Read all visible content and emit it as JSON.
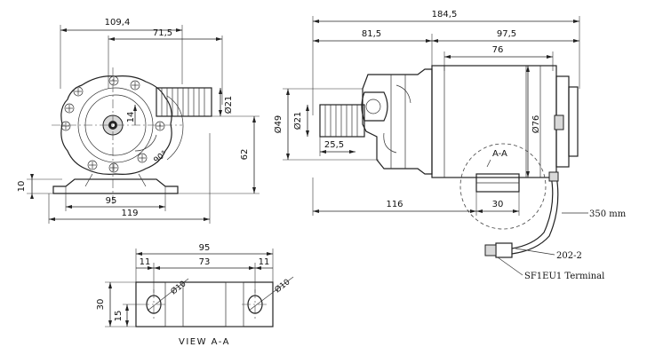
{
  "dimensions": {
    "front_width": "109,4",
    "front_offset": "71,5",
    "pipe_dia_front": "Ø21",
    "hub_14": "14",
    "angle_90": "90°",
    "height_62": "62",
    "base_thickness_10": "10",
    "foot_width_95": "95",
    "base_width_119": "119",
    "total_length": "184,5",
    "inlet_length": "81,5",
    "motor_length": "97,5",
    "motor_body": "76",
    "outlet_dia_49": "Ø49",
    "outlet_dia_21": "Ø21",
    "outlet_length": "25,5",
    "motor_dia_76": "Ø76",
    "to_bracket_116": "116",
    "bracket_30": "30",
    "section_label": "A-A",
    "cable_length": "350 mm",
    "connector_model": "202-2",
    "terminal_label": "SF1EU1 Terminal",
    "view_width_95": "95",
    "view_hole_offset_left": "11",
    "view_hole_spacing": "73",
    "view_hole_offset_right": "11",
    "view_height_30": "30",
    "view_hole_height_15": "15",
    "view_hole_dia_left": "Ø10",
    "view_hole_dia_right": "Ø10",
    "view_title": "VIEW  A-A"
  }
}
